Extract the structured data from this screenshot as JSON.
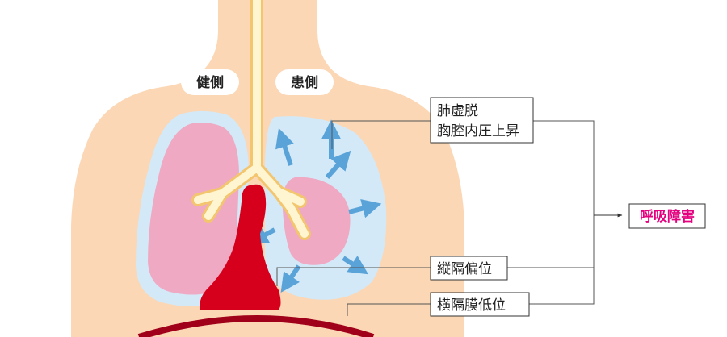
{
  "labels": {
    "healthy_side": "健側",
    "affected_side": "患側"
  },
  "callouts": {
    "collapse_line1": "肺虚脱",
    "collapse_line2": "胸腔内圧上昇",
    "mediastinal_shift": "縦隔偏位",
    "diaphragm_depression": "横隔膜低位"
  },
  "result": {
    "label": "呼吸障害",
    "color": "#e4007f"
  },
  "colors": {
    "skin": "#fbd7b5",
    "lung": "#f0a9c3",
    "pleura": "#d3e9f7",
    "airway": "#fff5d0",
    "heart": "#d6001c",
    "arrow": "#5aa3d9"
  }
}
